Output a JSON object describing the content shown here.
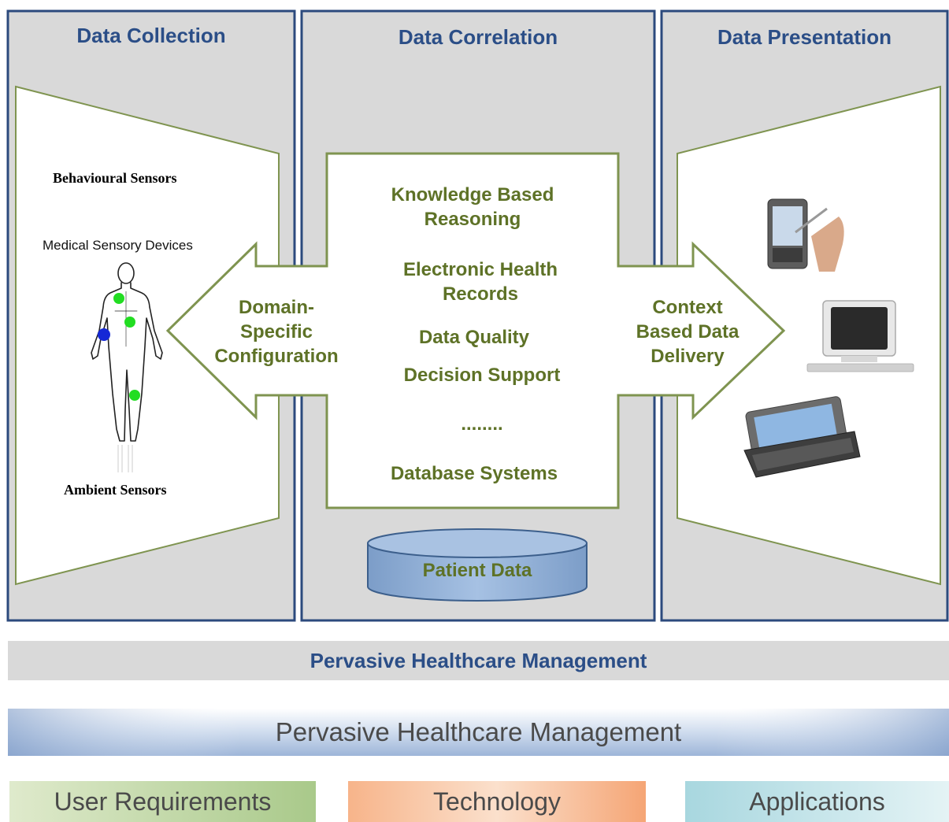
{
  "columns": {
    "collection": "Data Collection",
    "correlation": "Data Correlation",
    "presentation": "Data Presentation"
  },
  "collection": {
    "behavioural": "Behavioural Sensors",
    "medical": "Medical Sensory Devices",
    "ambient": "Ambient Sensors"
  },
  "arrows": {
    "left": [
      "Domain-",
      "Specific",
      "Configuration"
    ],
    "right": [
      "Context",
      "Based Data",
      "Delivery"
    ]
  },
  "correlation_items": [
    [
      "Knowledge Based",
      "Reasoning"
    ],
    [
      "Electronic Health",
      "Records"
    ],
    [
      "Data Quality"
    ],
    [
      "Decision Support"
    ],
    [
      "........"
    ],
    [
      "Database Systems"
    ]
  ],
  "patient_data": "Patient Data",
  "management_bar": "Pervasive Healthcare Management",
  "management_banner": "Pervasive Healthcare Management",
  "pillars": {
    "user": "User Requirements",
    "technology": "Technology",
    "applications": "Applications"
  },
  "colors": {
    "panel": "#d9d9d9",
    "border": "#2c4a7d",
    "arrow_stroke": "#7f9450",
    "text_green": "#5e7227",
    "text_blue": "#2b4e87",
    "cylinder": "#8fb0d8"
  }
}
